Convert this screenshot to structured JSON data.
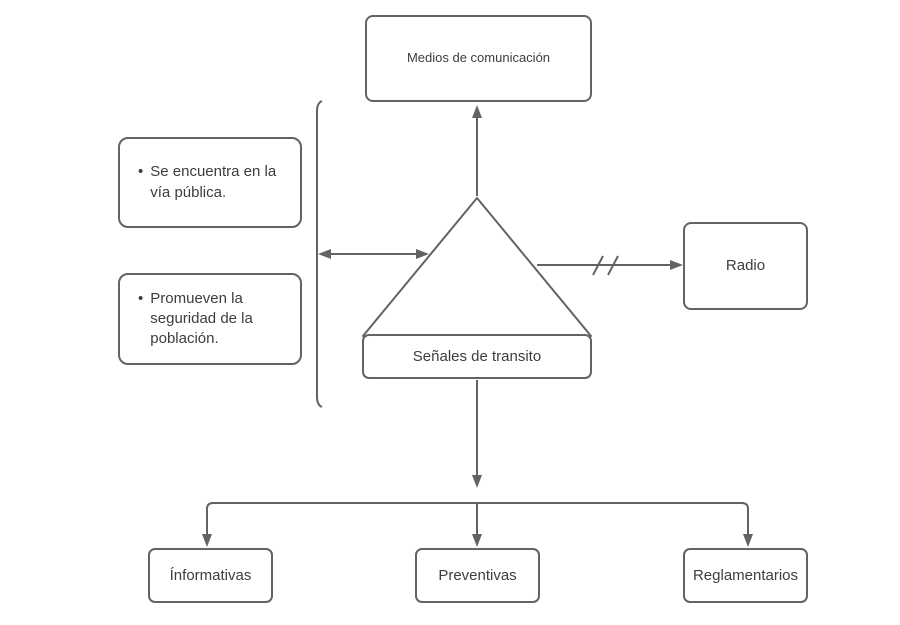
{
  "diagram": {
    "background_color": "#ffffff",
    "stroke_color": "#636363",
    "text_color": "#3d3d3d",
    "nodes": {
      "medios": {
        "label": "Medios de comunicación"
      },
      "features": {
        "bullet": "•",
        "items": [
          {
            "text": "Se encuentra en la vía pública."
          },
          {
            "text": "Promueven la seguridad de la población."
          }
        ]
      },
      "senales": {
        "label": "Señales de transito"
      },
      "radio": {
        "label": "Radio"
      },
      "categories": [
        {
          "label": "Ínformativas"
        },
        {
          "label": "Preventivas"
        },
        {
          "label": "Reglamentarios"
        }
      ]
    }
  }
}
